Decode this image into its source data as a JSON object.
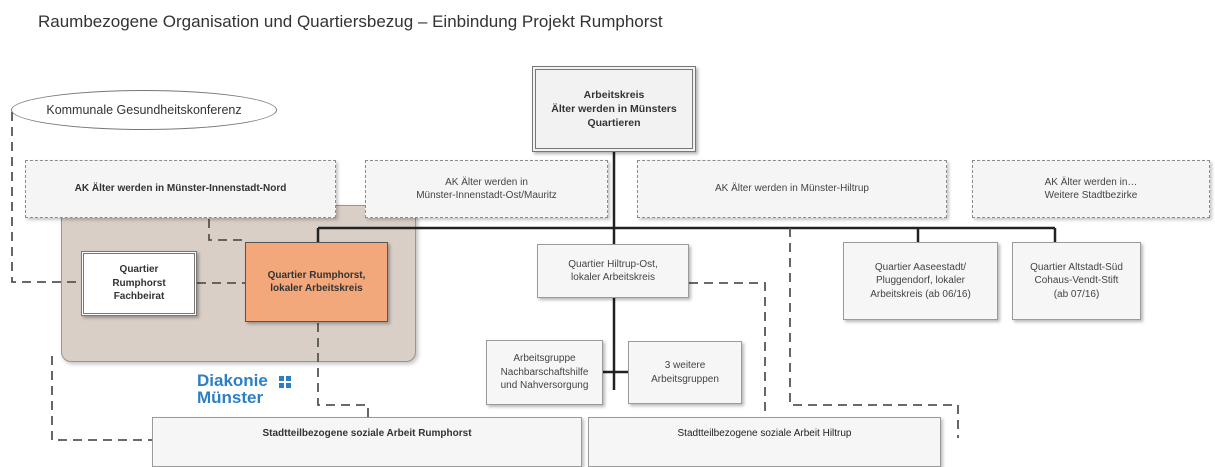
{
  "title": "Raumbezogene Organisation und Quartiersbezug – Einbindung Projekt Rumphorst",
  "conference": {
    "label": "Kommunale Gesundheitskonferenz"
  },
  "central_box": {
    "line1": "Arbeitskreis",
    "line2": "Älter werden in Münsters",
    "line3": "Quartieren"
  },
  "district_boxes": {
    "innenstadt_nord": {
      "line1": "AK Älter werden in Münster-Innenstadt-Nord"
    },
    "innenstadt_ost": {
      "line1": "AK Älter werden in",
      "line2": "Münster-Innenstadt-Ost/Mauritz"
    },
    "hiltrup": {
      "line1": "AK Älter werden in Münster-Hiltrup"
    },
    "weitere": {
      "line1": "AK Älter werden in…",
      "line2": "Weitere Stadtbezirke"
    }
  },
  "quarter_boxes": {
    "fachbeirat": {
      "line1": "Quartier",
      "line2": "Rumphorst",
      "line3": "Fachbeirat"
    },
    "rumphorst": {
      "line1": "Quartier Rumphorst,",
      "line2": "lokaler Arbeitskreis"
    },
    "hiltrup_ost": {
      "line1": "Quartier Hiltrup-Ost,",
      "line2": "lokaler Arbeitskreis"
    },
    "aaseestadt": {
      "line1": "Quartier Aaseestadt/",
      "line2": "Pluggendorf, lokaler",
      "line3": "Arbeitskreis (ab 06/16)"
    },
    "altstadt_sued": {
      "line1": "Quartier Altstadt-Süd",
      "line2": "Cohaus-Vendt-Stift",
      "line3": "(ab 07/16)"
    }
  },
  "working_groups": {
    "nachbarschaft": {
      "line1": "Arbeitsgruppe",
      "line2": "Nachbarschaftshilfe",
      "line3": "und Nahversorgung"
    },
    "weitere": {
      "line1": "3 weitere",
      "line2": "Arbeitsgruppen"
    }
  },
  "logo": {
    "line1": "Diakonie",
    "line2": "Münster",
    "color": "#2c7fc4"
  },
  "bottom_boxes": {
    "rumphorst": "Stadtteilbezogene soziale Arbeit Rumphorst",
    "hiltrup": "Stadtteilbezogene soziale Arbeit Hiltrup"
  },
  "colors": {
    "highlight": "#f2a87a",
    "group_panel": "#d9cfc7",
    "line": "#222222",
    "dashed": "#555555"
  }
}
